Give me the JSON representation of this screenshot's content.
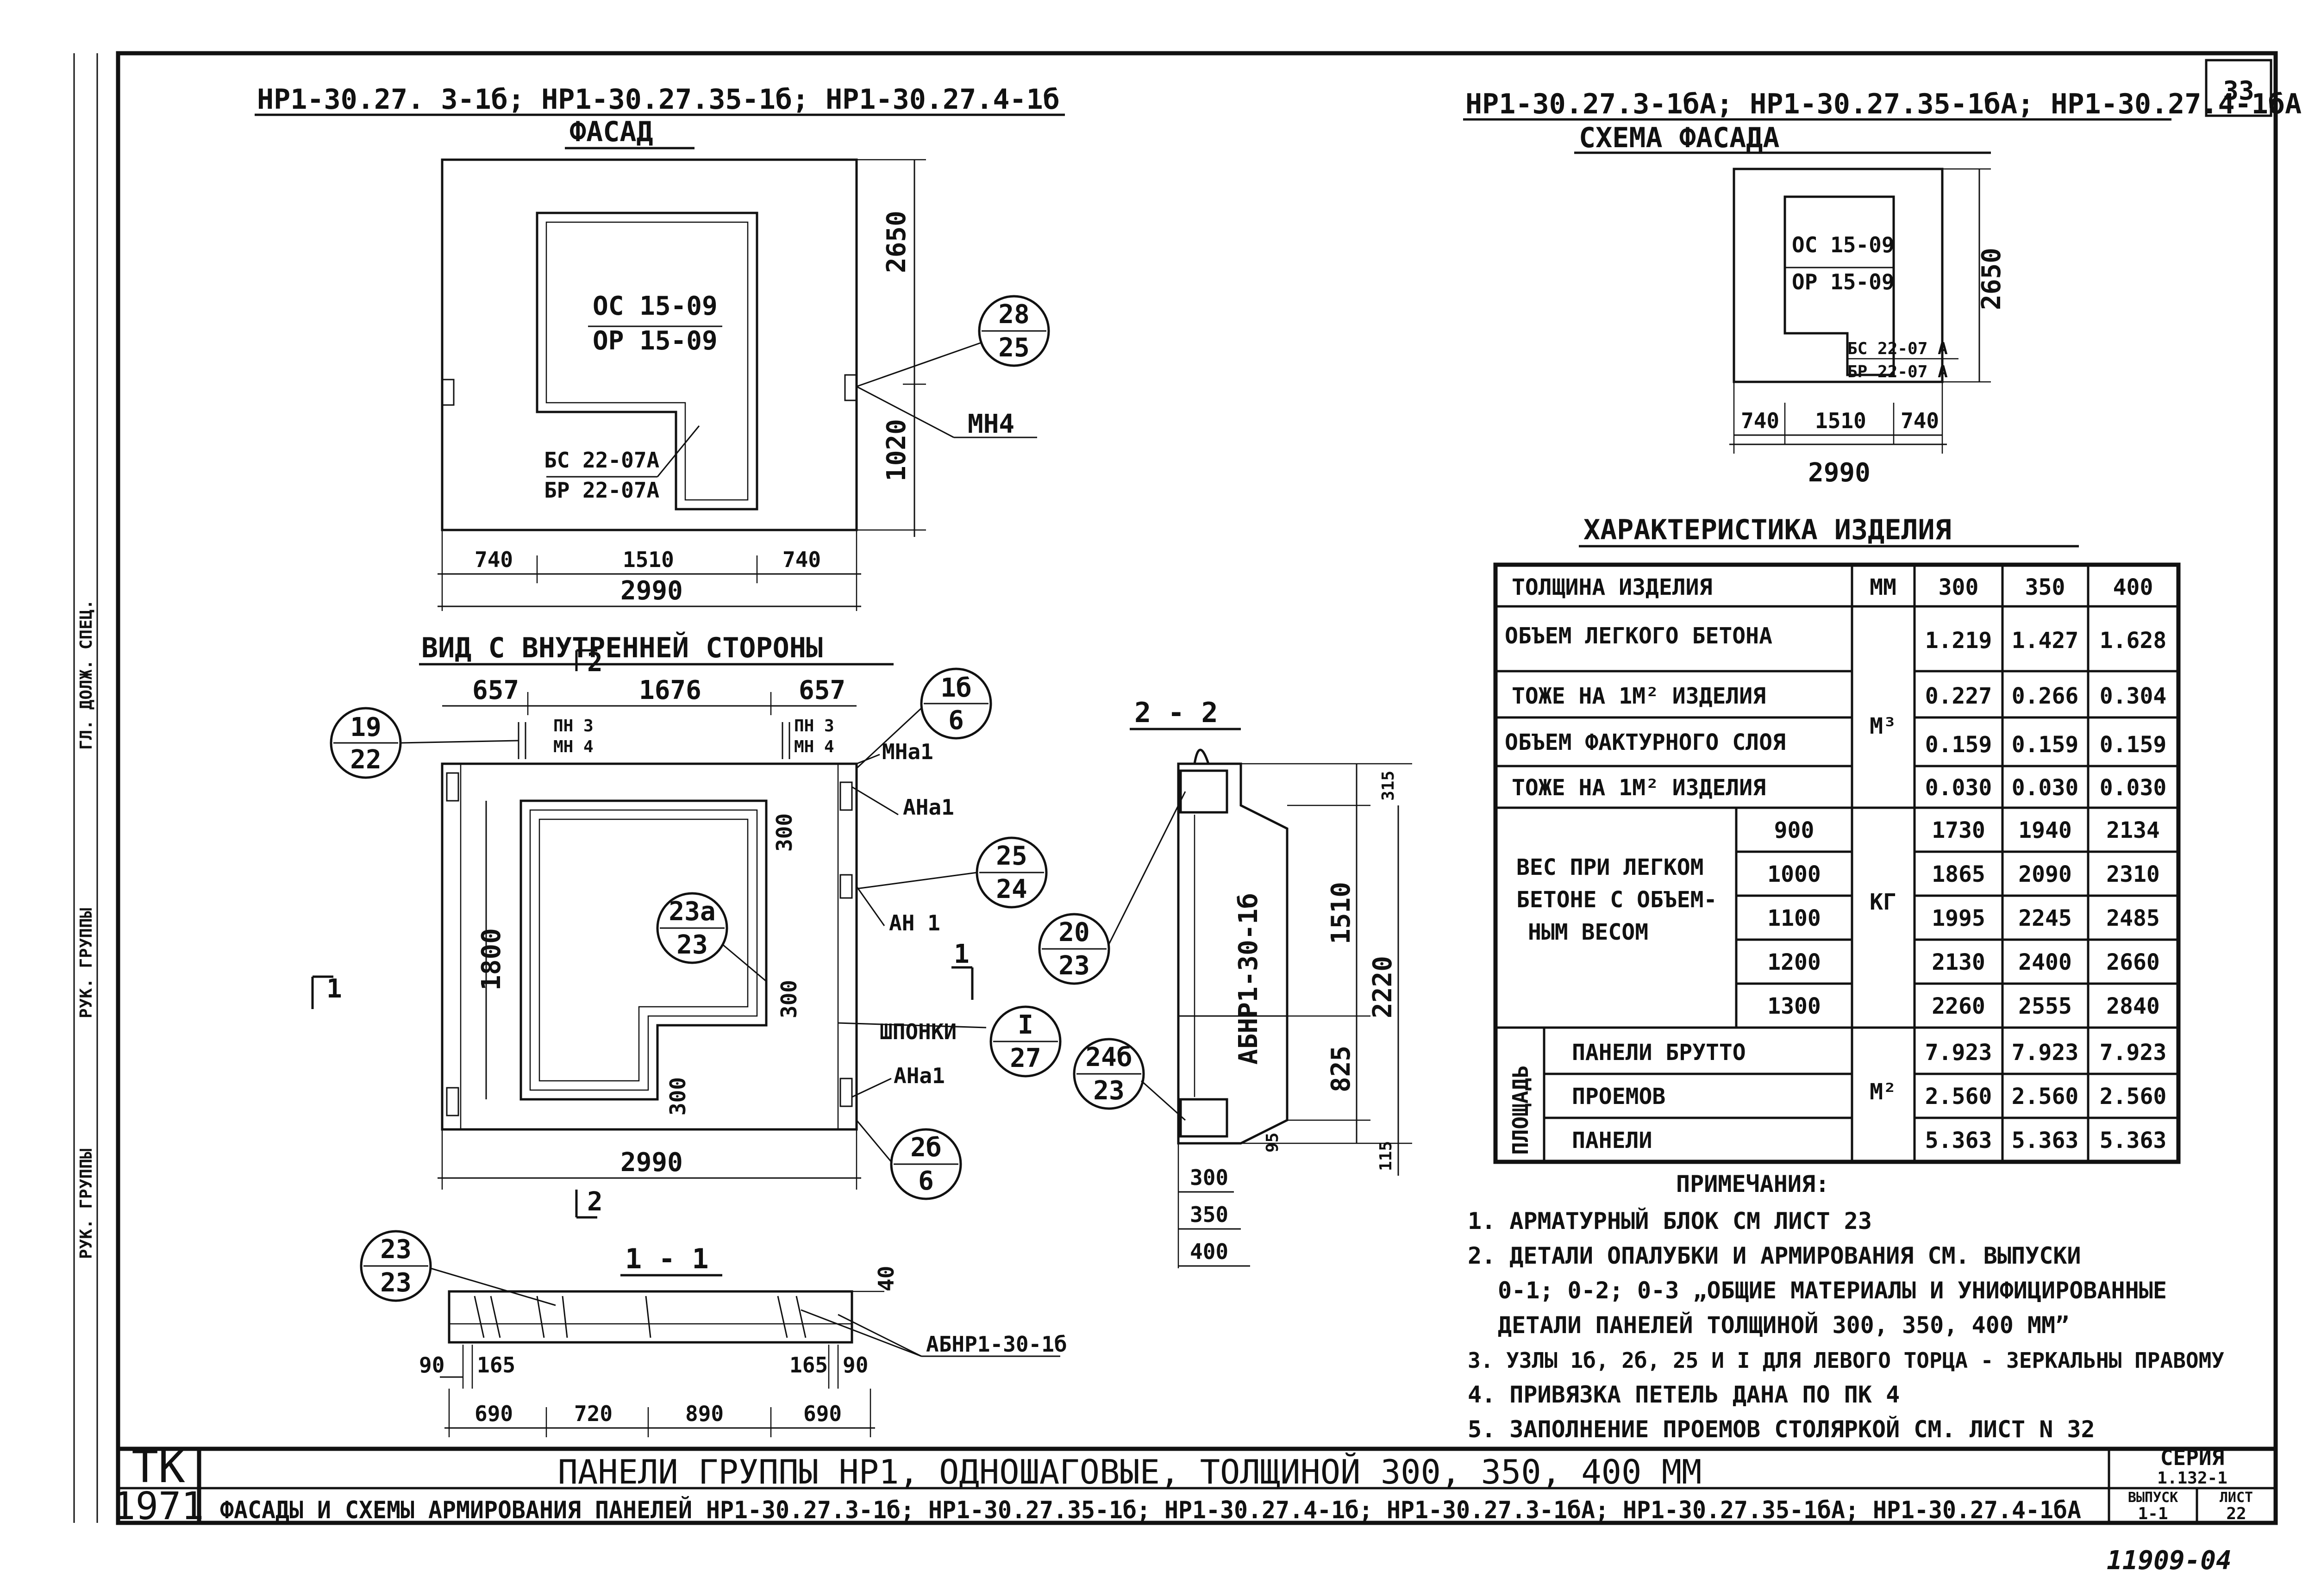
{
  "sheet": {
    "number": "33",
    "bottom_code": "11909-04",
    "left_margin": [
      "РУК. ГРУППЫ",
      "РУК. ГРУППЫ",
      "ГЛ. ДОЛЖ. СПЕЦ."
    ]
  },
  "left_block": {
    "marks": "НР1-30.27. 3-1б; НР1-30.27.35-1б; НР1-30.27.4-1б",
    "facade_title": "ФАСАД",
    "window_mark_top": "ОС 15-09",
    "window_mark_bottom": "ОР 15-09",
    "door_mark_top": "БС 22-07А",
    "door_mark_bottom": "БР 22-07А",
    "dims": {
      "h1": "2650",
      "h2": "1020",
      "w1": "740",
      "w2": "1510",
      "w3": "740",
      "total": "2990"
    },
    "callout_28": {
      "top": "28",
      "bottom": "25"
    },
    "label_mn4": "МН4"
  },
  "inner_view": {
    "title": "ВИД С ВНУТРЕННЕЙ СТОРОНЫ",
    "dims_top": {
      "a": "657",
      "b": "1676",
      "c": "657"
    },
    "pn_top": "ПН 3",
    "pn_bottom": "МН 4",
    "section_2_mark": "2",
    "dim_1800": "1800",
    "dim_300a": "300",
    "dim_300b": "300",
    "dim_300c": "300",
    "dim_total": "2990",
    "section_1_mark": "1",
    "callout_19": {
      "top": "19",
      "bottom": "22"
    },
    "callout_1b": {
      "top": "1б",
      "bottom": "6"
    },
    "callout_25": {
      "top": "25",
      "bottom": "24"
    },
    "callout_23a": {
      "top": "23а",
      "bottom": "23"
    },
    "callout_I": {
      "top": "I",
      "bottom": "27"
    },
    "callout_2b": {
      "top": "2б",
      "bottom": "6"
    },
    "label_mna1": "МНа1",
    "label_ana1_top": "АНа1",
    "label_an1": "АН 1",
    "label_shponki": "ШПОНКИ",
    "label_ana1_bot": "АНа1"
  },
  "section_22": {
    "title": "2 - 2",
    "vertical_label": "АБНР1-30-1б",
    "dims_right": {
      "a": "315",
      "b": "1510",
      "c": "825",
      "d": "95",
      "total": "2220",
      "e": "115"
    },
    "dims_bottom": [
      "300",
      "350",
      "400"
    ],
    "callout_20": {
      "top": "20",
      "bottom": "23"
    },
    "callout_24b": {
      "top": "24б",
      "bottom": "23"
    }
  },
  "section_11": {
    "title": "1 - 1",
    "dim_40": "40",
    "dims_small": [
      "90",
      "165",
      "165",
      "90"
    ],
    "dims_main": [
      "690",
      "720",
      "890",
      "690"
    ],
    "label": "АБНР1-30-1б",
    "callout_23": {
      "top": "23",
      "bottom": "23"
    }
  },
  "right_block": {
    "marks": "НР1-30.27.3-1бА; НР1-30.27.35-1бА; НР1-30.27.4-1бА",
    "scheme_title": "СХЕМА ФАСАДА",
    "window_mark_top": "ОС 15-09",
    "window_mark_bottom": "ОР 15-09",
    "door_mark_top": "БС 22-07 А",
    "door_mark_bottom": "БР 22-07 А",
    "dims": {
      "h": "2650",
      "w1": "740",
      "w2": "1510",
      "w3": "740",
      "total": "2990"
    }
  },
  "characteristics": {
    "title": "ХАРАКТЕРИСТИКА ИЗДЕЛИЯ",
    "header": {
      "label": "ТОЛЩИНА ИЗДЕЛИЯ",
      "unit": "ММ",
      "c300": "300",
      "c350": "350",
      "c400": "400"
    },
    "rows_volume": [
      {
        "label": "ОБЪЕМ ЛЕГКОГО БЕТОНА",
        "v": [
          "1.219",
          "1.427",
          "1.628"
        ]
      },
      {
        "label": "ТОЖЕ НА 1М² ИЗДЕЛИЯ",
        "v": [
          "0.227",
          "0.266",
          "0.304"
        ]
      },
      {
        "label": "ОБЪЕМ ФАКТУРНОГО СЛОЯ",
        "v": [
          "0.159",
          "0.159",
          "0.159"
        ]
      },
      {
        "label": "ТОЖЕ НА 1М² ИЗДЕЛИЯ",
        "v": [
          "0.030",
          "0.030",
          "0.030"
        ]
      }
    ],
    "volume_unit": "М³",
    "weight_label": [
      "ВЕС ПРИ ЛЕГКОМ",
      "БЕТОНЕ С ОБЪЕМ-",
      "НЫМ ВЕСОМ"
    ],
    "weight_unit": "КГ",
    "rows_weight": [
      {
        "density": "900",
        "v": [
          "1730",
          "1940",
          "2134"
        ]
      },
      {
        "density": "1000",
        "v": [
          "1865",
          "2090",
          "2310"
        ]
      },
      {
        "density": "1100",
        "v": [
          "1995",
          "2245",
          "2485"
        ]
      },
      {
        "density": "1200",
        "v": [
          "2130",
          "2400",
          "2660"
        ]
      },
      {
        "density": "1300",
        "v": [
          "2260",
          "2555",
          "2840"
        ]
      }
    ],
    "area_label": "ПЛОЩАДЬ",
    "area_unit": "М²",
    "rows_area": [
      {
        "label": "ПАНЕЛИ БРУТТО",
        "v": [
          "7.923",
          "7.923",
          "7.923"
        ]
      },
      {
        "label": "ПРОЕМОВ",
        "v": [
          "2.560",
          "2.560",
          "2.560"
        ]
      },
      {
        "label": "ПАНЕЛИ",
        "v": [
          "5.363",
          "5.363",
          "5.363"
        ]
      }
    ]
  },
  "notes": {
    "title": "ПРИМЕЧАНИЯ:",
    "lines": [
      "1. АРМАТУРНЫЙ БЛОК СМ ЛИСТ 23",
      "2. ДЕТАЛИ ОПАЛУБКИ И АРМИРОВАНИЯ СМ. ВЫПУСКИ",
      "0-1; 0-2; 0-3 „ОБЩИЕ МАТЕРИАЛЫ И УНИФИЦИРОВАННЫЕ",
      "ДЕТАЛИ ПАНЕЛЕЙ ТОЛЩИНОЙ 300, 350, 400 ММ”",
      "3. УЗЛЫ 1б, 2б, 25 И I ДЛЯ ЛЕВОГО ТОРЦА - ЗЕРКАЛЬНЫ ПРАВОМУ",
      "4. ПРИВЯЗКА ПЕТЕЛЬ ДАНА ПО ПК 4",
      "5. ЗАПОЛНЕНИЕ ПРОЕМОВ СТОЛЯРКОЙ СМ. ЛИСТ N 32"
    ]
  },
  "title_block": {
    "org": "ТК",
    "year": "1971",
    "title_line1": "ПАНЕЛИ ГРУППЫ НР1, ОДНОШАГОВЫЕ, ТОЛЩИНОЙ 300, 350, 400 ММ",
    "title_line2": "ФАСАДЫ И СХЕМЫ АРМИРОВАНИЯ ПАНЕЛЕЙ НР1-30.27.3-1б; НР1-30.27.35-1б; НР1-30.27.4-1б; НР1-30.27.3-1бА; НР1-30.27.35-1бА; НР1-30.27.4-1бА",
    "series_label": "СЕРИЯ",
    "series_value": "1.132-1",
    "issue_label": "ВЫПУСК",
    "issue_value": "1-1",
    "sheet_label": "ЛИСТ",
    "sheet_value": "22"
  }
}
